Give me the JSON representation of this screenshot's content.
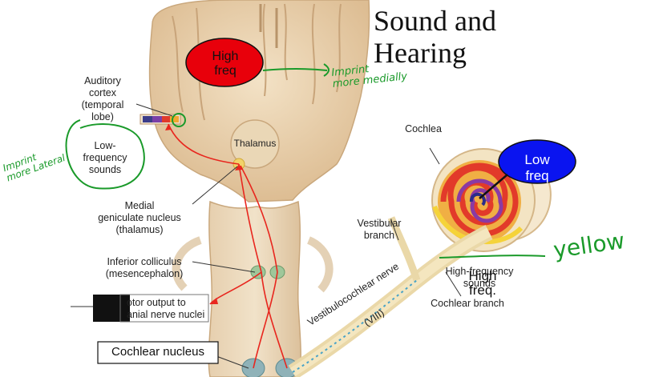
{
  "title": [
    "Sound and",
    "Hearing"
  ],
  "labels": {
    "auditory_cortex": [
      "Auditory",
      "cortex",
      "(temporal",
      "lobe)"
    ],
    "low_frequency": [
      "Low-",
      "frequency",
      "sounds"
    ],
    "thalamus": "Thalamus",
    "medial_geniculate": [
      "Medial",
      "geniculate nucleus",
      "(thalamus)"
    ],
    "inferior_colliculus": [
      "Inferior colliculus",
      "(mesencephalon)"
    ],
    "motor_output": [
      "otor output to",
      "anial nerve nuclei"
    ],
    "cochlear_nucleus": "Cochlear nucleus",
    "cochlea": "Cochlea",
    "vestibular_branch": [
      "Vestibular",
      "branch"
    ],
    "high_frequency": [
      "High-frequency",
      "sounds"
    ],
    "cochlear_branch": "Cochlear branch",
    "vestibulocochlear": "Vestibulocochlear nerve",
    "nerve_number": "(VIII)"
  },
  "overlays": {
    "high_freq_oval": [
      "High",
      "freq"
    ],
    "low_freq_oval": [
      "Low",
      "freq"
    ],
    "high_freq_note": [
      "High",
      "freq."
    ]
  },
  "handwriting": {
    "imprint_medial": [
      "Imprint",
      "more medially"
    ],
    "imprint_lateral": [
      "Imprint",
      "more Lateral"
    ],
    "yellow": "yellow"
  },
  "colors": {
    "red_oval": "#e8000b",
    "blue_oval": "#0a14f0",
    "annotation_green": "#1a9a2a",
    "brain_tan": "#e9d2b0",
    "pathway_red": "#e8261e"
  }
}
